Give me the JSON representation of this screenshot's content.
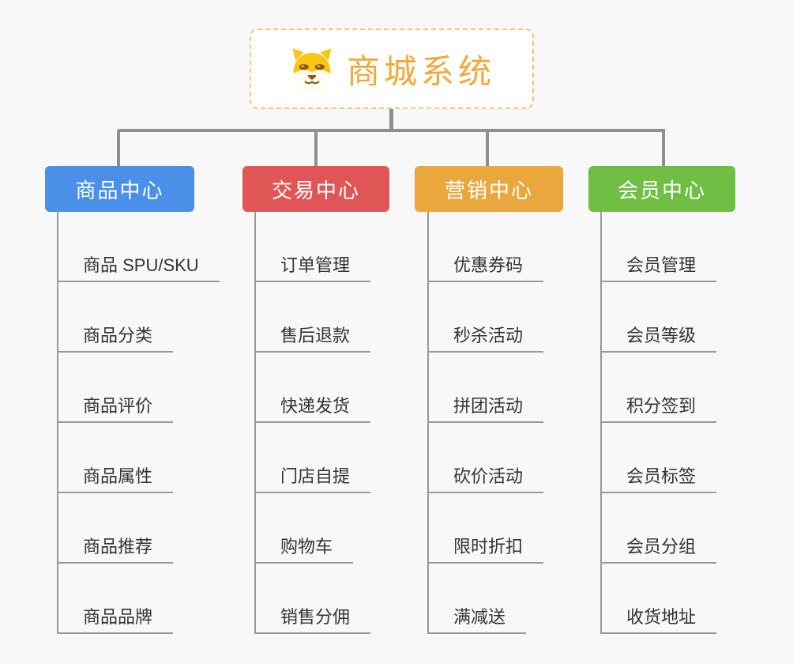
{
  "root": {
    "title": "商城系统",
    "icon": "dog-face-icon"
  },
  "branches": [
    {
      "label": "商品中心",
      "color": "#4a90e8",
      "items": [
        "商品 SPU/SKU",
        "商品分类",
        "商品评价",
        "商品属性",
        "商品推荐",
        "商品品牌"
      ]
    },
    {
      "label": "交易中心",
      "color": "#e05656",
      "items": [
        "订单管理",
        "售后退款",
        "快递发货",
        "门店自提",
        "购物车",
        "销售分佣"
      ]
    },
    {
      "label": "营销中心",
      "color": "#eaa73e",
      "items": [
        "优惠券码",
        "秒杀活动",
        "拼团活动",
        "砍价活动",
        "限时折扣",
        "满减送"
      ]
    },
    {
      "label": "会员中心",
      "color": "#70bf44",
      "items": [
        "会员管理",
        "会员等级",
        "积分签到",
        "会员标签",
        "会员分组",
        "收货地址"
      ]
    }
  ],
  "colors": {
    "background": "#f8f8f8",
    "connector": "#8f8f8f",
    "leaf_line": "#999999",
    "leaf_text": "#333333",
    "root_border": "#f6c377",
    "root_text": "#efa93c"
  }
}
